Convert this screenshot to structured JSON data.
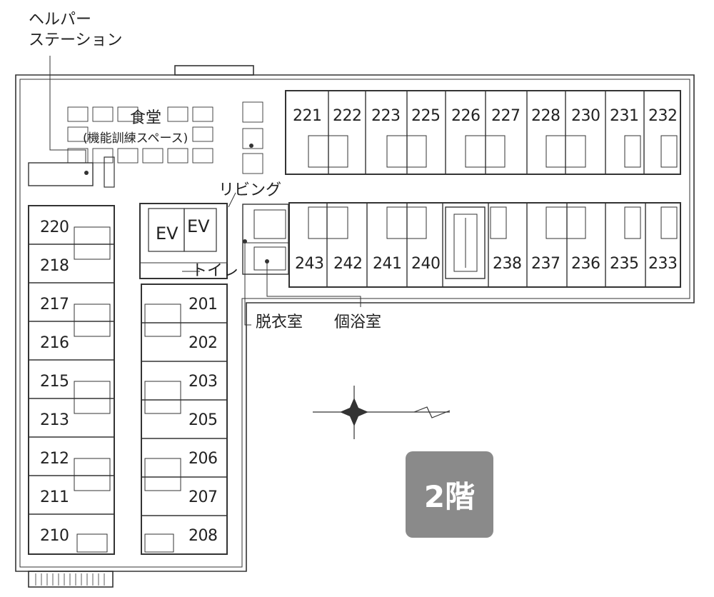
{
  "labels": {
    "helper_station_line1": "ヘルパー",
    "helper_station_line2": "ステーション",
    "dining": "食堂",
    "dining_sub": "(機能訓練スペース)",
    "living": "リビング",
    "ev1": "EV",
    "ev2": "EV",
    "toilet": "トイレ",
    "dressing_room": "脱衣室",
    "private_bath": "個浴室",
    "floor": "2階"
  },
  "rooms_top": [
    "221",
    "222",
    "223",
    "225",
    "226",
    "227",
    "228",
    "230",
    "231",
    "232"
  ],
  "rooms_mid": [
    "243",
    "242",
    "241",
    "240",
    "238",
    "237",
    "236",
    "235",
    "233"
  ],
  "rooms_left": [
    "220",
    "218",
    "217",
    "216",
    "215",
    "213",
    "212",
    "211",
    "210"
  ],
  "rooms_right": [
    "201",
    "202",
    "203",
    "205",
    "206",
    "207",
    "208"
  ],
  "colors": {
    "wall": "#333333",
    "badge": "#8a8a8a",
    "badge_text": "#ffffff"
  }
}
